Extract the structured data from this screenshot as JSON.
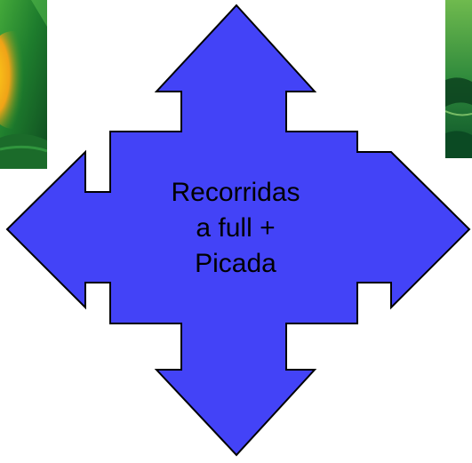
{
  "diagram": {
    "shape": "quad-arrow",
    "label": "Recorridas\na full +\nPicada",
    "colors": {
      "fill": "#4343F7",
      "stroke": "#000000",
      "text": "#000000"
    }
  },
  "background_photos": {
    "left_icon": "green-photo-fragment-left",
    "right_icon": "green-photo-fragment-right"
  }
}
